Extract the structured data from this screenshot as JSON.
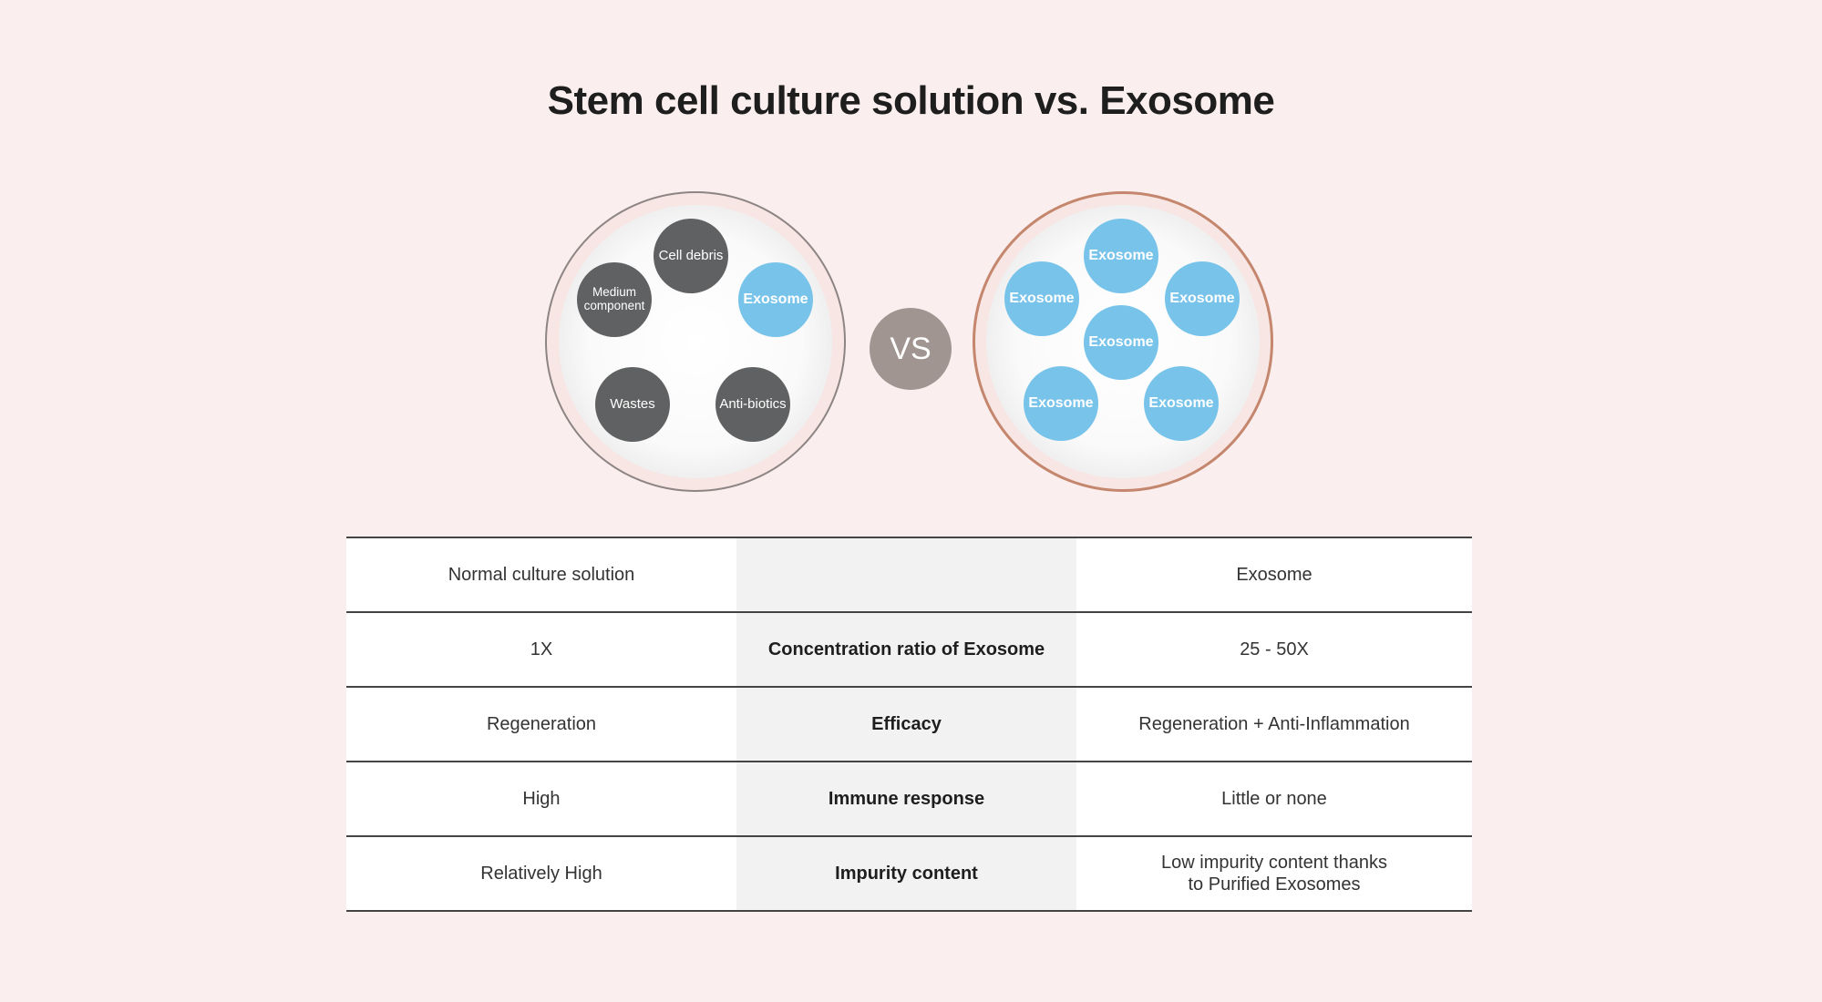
{
  "title": "Stem cell culture solution vs. Exosome",
  "left_dish": {
    "cells": [
      {
        "label": "Cell debris",
        "kind": "dark"
      },
      {
        "label": "Medium component",
        "line1": "Medium",
        "line2": "component",
        "kind": "dark"
      },
      {
        "label": "Exosome",
        "kind": "blue"
      },
      {
        "label": "Wastes",
        "kind": "dark"
      },
      {
        "label": "Anti-biotics",
        "kind": "dark"
      }
    ]
  },
  "vs_label": "VS",
  "right_dish": {
    "cells": [
      "Exosome",
      "Exosome",
      "Exosome",
      "Exosome",
      "Exosome",
      "Exosome"
    ]
  },
  "table": {
    "header": {
      "left": "Normal culture solution",
      "middle": "",
      "right": "Exosome"
    },
    "rows": [
      {
        "left": "1X",
        "label": "Concentration ratio of Exosome",
        "right": "25 - 50X"
      },
      {
        "left": "Regeneration",
        "label": "Efficacy",
        "right": "Regeneration + Anti-Inflammation"
      },
      {
        "left": "High",
        "label": "Immune response",
        "right": "Little or none"
      },
      {
        "left": "Relatively High",
        "label": "Impurity content",
        "right_line1": "Low impurity content thanks",
        "right_line2": "to Purified Exosomes"
      }
    ]
  },
  "colors": {
    "background": "#faeeee",
    "dark_cell": "#606162",
    "exosome_cell": "#78c3ea",
    "vs_badge": "#a19592",
    "right_dish_border": "#c4866c"
  }
}
